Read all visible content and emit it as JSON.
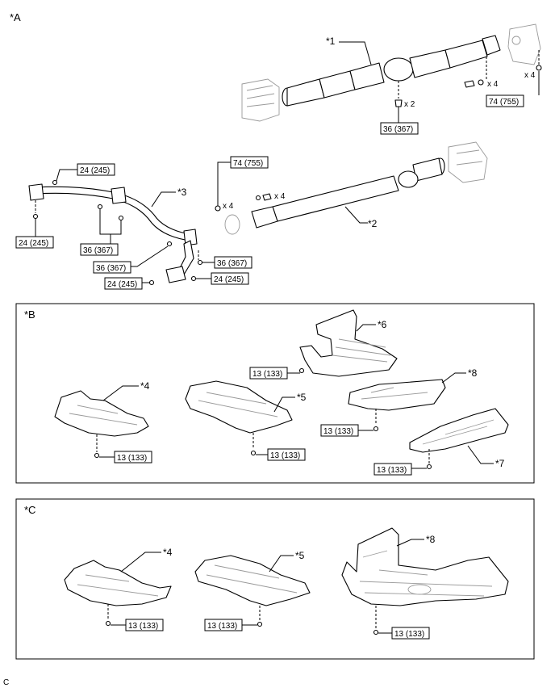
{
  "sections": {
    "a": "*A",
    "b": "*B",
    "c": "*C"
  },
  "footer_code": "C",
  "callouts": {
    "p1": "*1",
    "p2": "*2",
    "p3": "*3",
    "p4": "*4",
    "p5": "*5",
    "p6": "*6",
    "p7": "*7",
    "p8": "*8"
  },
  "quantities": {
    "x4": "x 4",
    "x2": "x 2"
  },
  "torque": {
    "t74_755": "74 (755)",
    "t36_367": "36 (367)",
    "t24_245": "24 (245)",
    "t13_133": "13 (133)"
  }
}
